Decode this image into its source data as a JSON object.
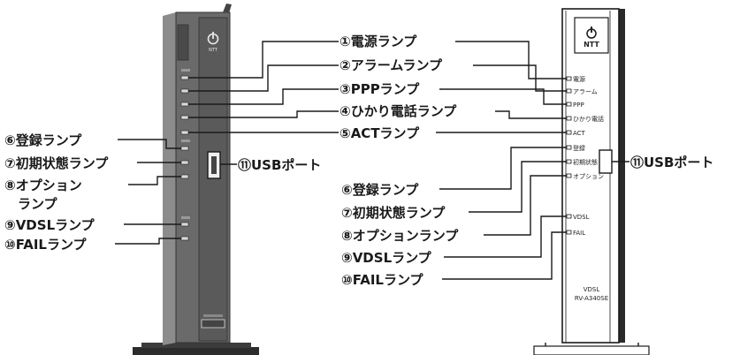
{
  "callouts": {
    "power": "①電源ランプ",
    "alarm": "②アラームランプ",
    "ppp": "③PPPランプ",
    "hikari": "④ひかり電話ランプ",
    "act": "⑤ACTランプ",
    "reg": "⑥登録ランプ",
    "init": "⑦初期状態ランプ",
    "option_line1": "⑧オプション",
    "option_line2": "ランプ",
    "option_full": "⑧オプションランプ",
    "vdsl": "⑨VDSLランプ",
    "fail": "⑩FAILランプ",
    "usb": "⑪USBポート"
  },
  "panel_labels": {
    "power": "電源",
    "alarm": "アラーム",
    "ppp": "PPP",
    "hikari": "ひかり電話",
    "act": "ACT",
    "reg": "登録",
    "init": "初期状態",
    "option": "オプション",
    "vdsl": "VDSL",
    "fail": "FAIL"
  },
  "device": {
    "logo": "NTT",
    "model_line1": "VDSL",
    "model_line2": "RV-A340SE"
  },
  "colors": {
    "device_dark": "#5a5a5a",
    "device_mid": "#7a7a7a",
    "line": "#1a1a1a"
  }
}
